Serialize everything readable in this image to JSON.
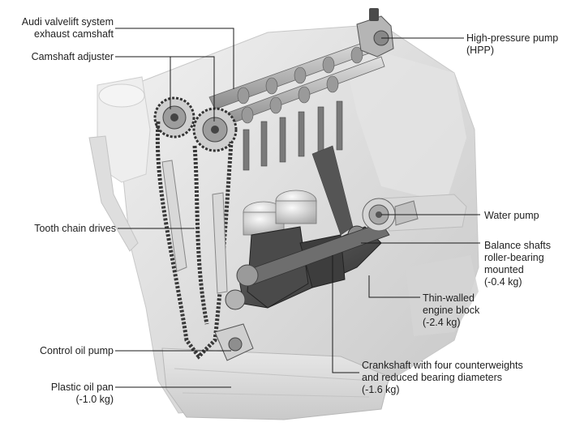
{
  "labels": {
    "valvelift": {
      "lines": [
        "Audi valvelift system",
        "exhaust camshaft"
      ]
    },
    "cam_adjuster": {
      "lines": [
        "Camshaft adjuster"
      ]
    },
    "tooth_chain": {
      "lines": [
        "Tooth chain drives"
      ]
    },
    "control_oil_pump": {
      "lines": [
        "Control oil pump"
      ]
    },
    "oil_pan": {
      "lines": [
        "Plastic oil pan",
        "(-1.0 kg)"
      ]
    },
    "hpp": {
      "lines": [
        "High-pressure pump",
        "(HPP)"
      ]
    },
    "water_pump": {
      "lines": [
        "Water pump"
      ]
    },
    "balance_shafts": {
      "lines": [
        "Balance shafts",
        "roller-bearing",
        "mounted",
        "(-0.4 kg)"
      ]
    },
    "engine_block": {
      "lines": [
        "Thin-walled",
        "engine block",
        "(-2.4 kg)"
      ]
    },
    "crankshaft": {
      "lines": [
        "Crankshaft with four counterweights",
        "and reduced bearing diameters",
        "(-1.6 kg)"
      ]
    }
  },
  "colors": {
    "leader_line": "#1a1a1a",
    "engine_light": "#e6e6e6",
    "engine_mid": "#b4b4b4",
    "engine_dark": "#555555",
    "text": "#222222"
  }
}
